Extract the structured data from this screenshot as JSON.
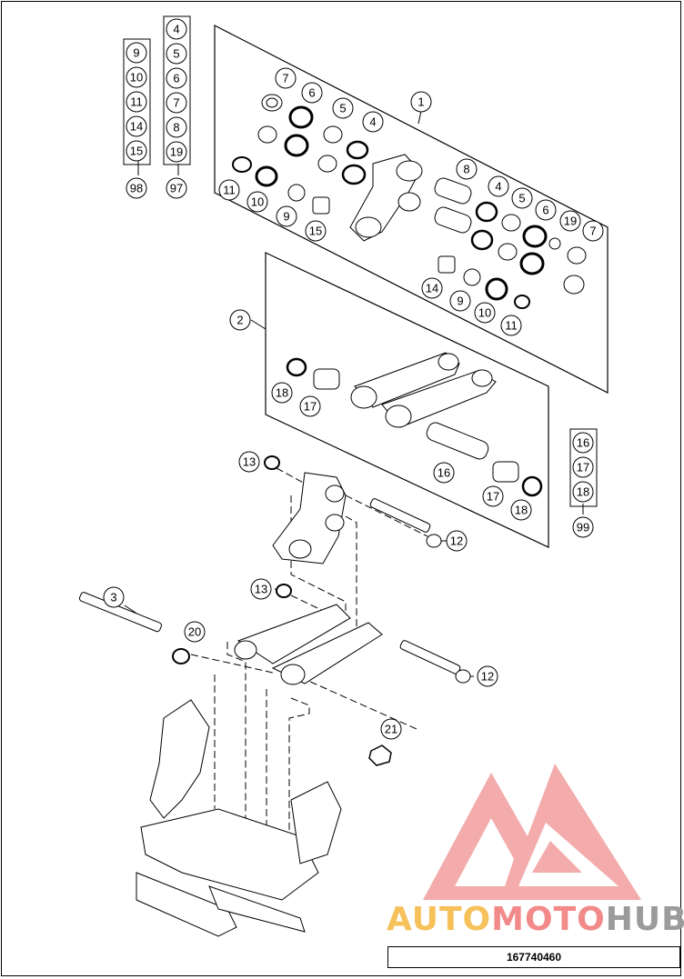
{
  "diagram": {
    "callouts": [
      "1",
      "2",
      "3",
      "4",
      "5",
      "6",
      "7",
      "8",
      "9",
      "10",
      "11",
      "12",
      "13",
      "14",
      "15",
      "16",
      "17",
      "18",
      "19",
      "20",
      "21"
    ],
    "kit_98": [
      "9",
      "10",
      "11",
      "14",
      "15"
    ],
    "kit_98_id": "98",
    "kit_97": [
      "4",
      "5",
      "6",
      "7",
      "8",
      "19"
    ],
    "kit_97_id": "97",
    "kit_99": [
      "16",
      "17",
      "18"
    ],
    "kit_99_id": "99"
  },
  "watermark": {
    "part1": "AUTO",
    "part2": "MOTO",
    "part3": "HUB",
    "colors": {
      "auto": "#f6c15a",
      "moto": "#f28a8a",
      "hub": "#9b9b9b",
      "logo": "#ef8f8f"
    }
  },
  "drawing_number": "167740460"
}
